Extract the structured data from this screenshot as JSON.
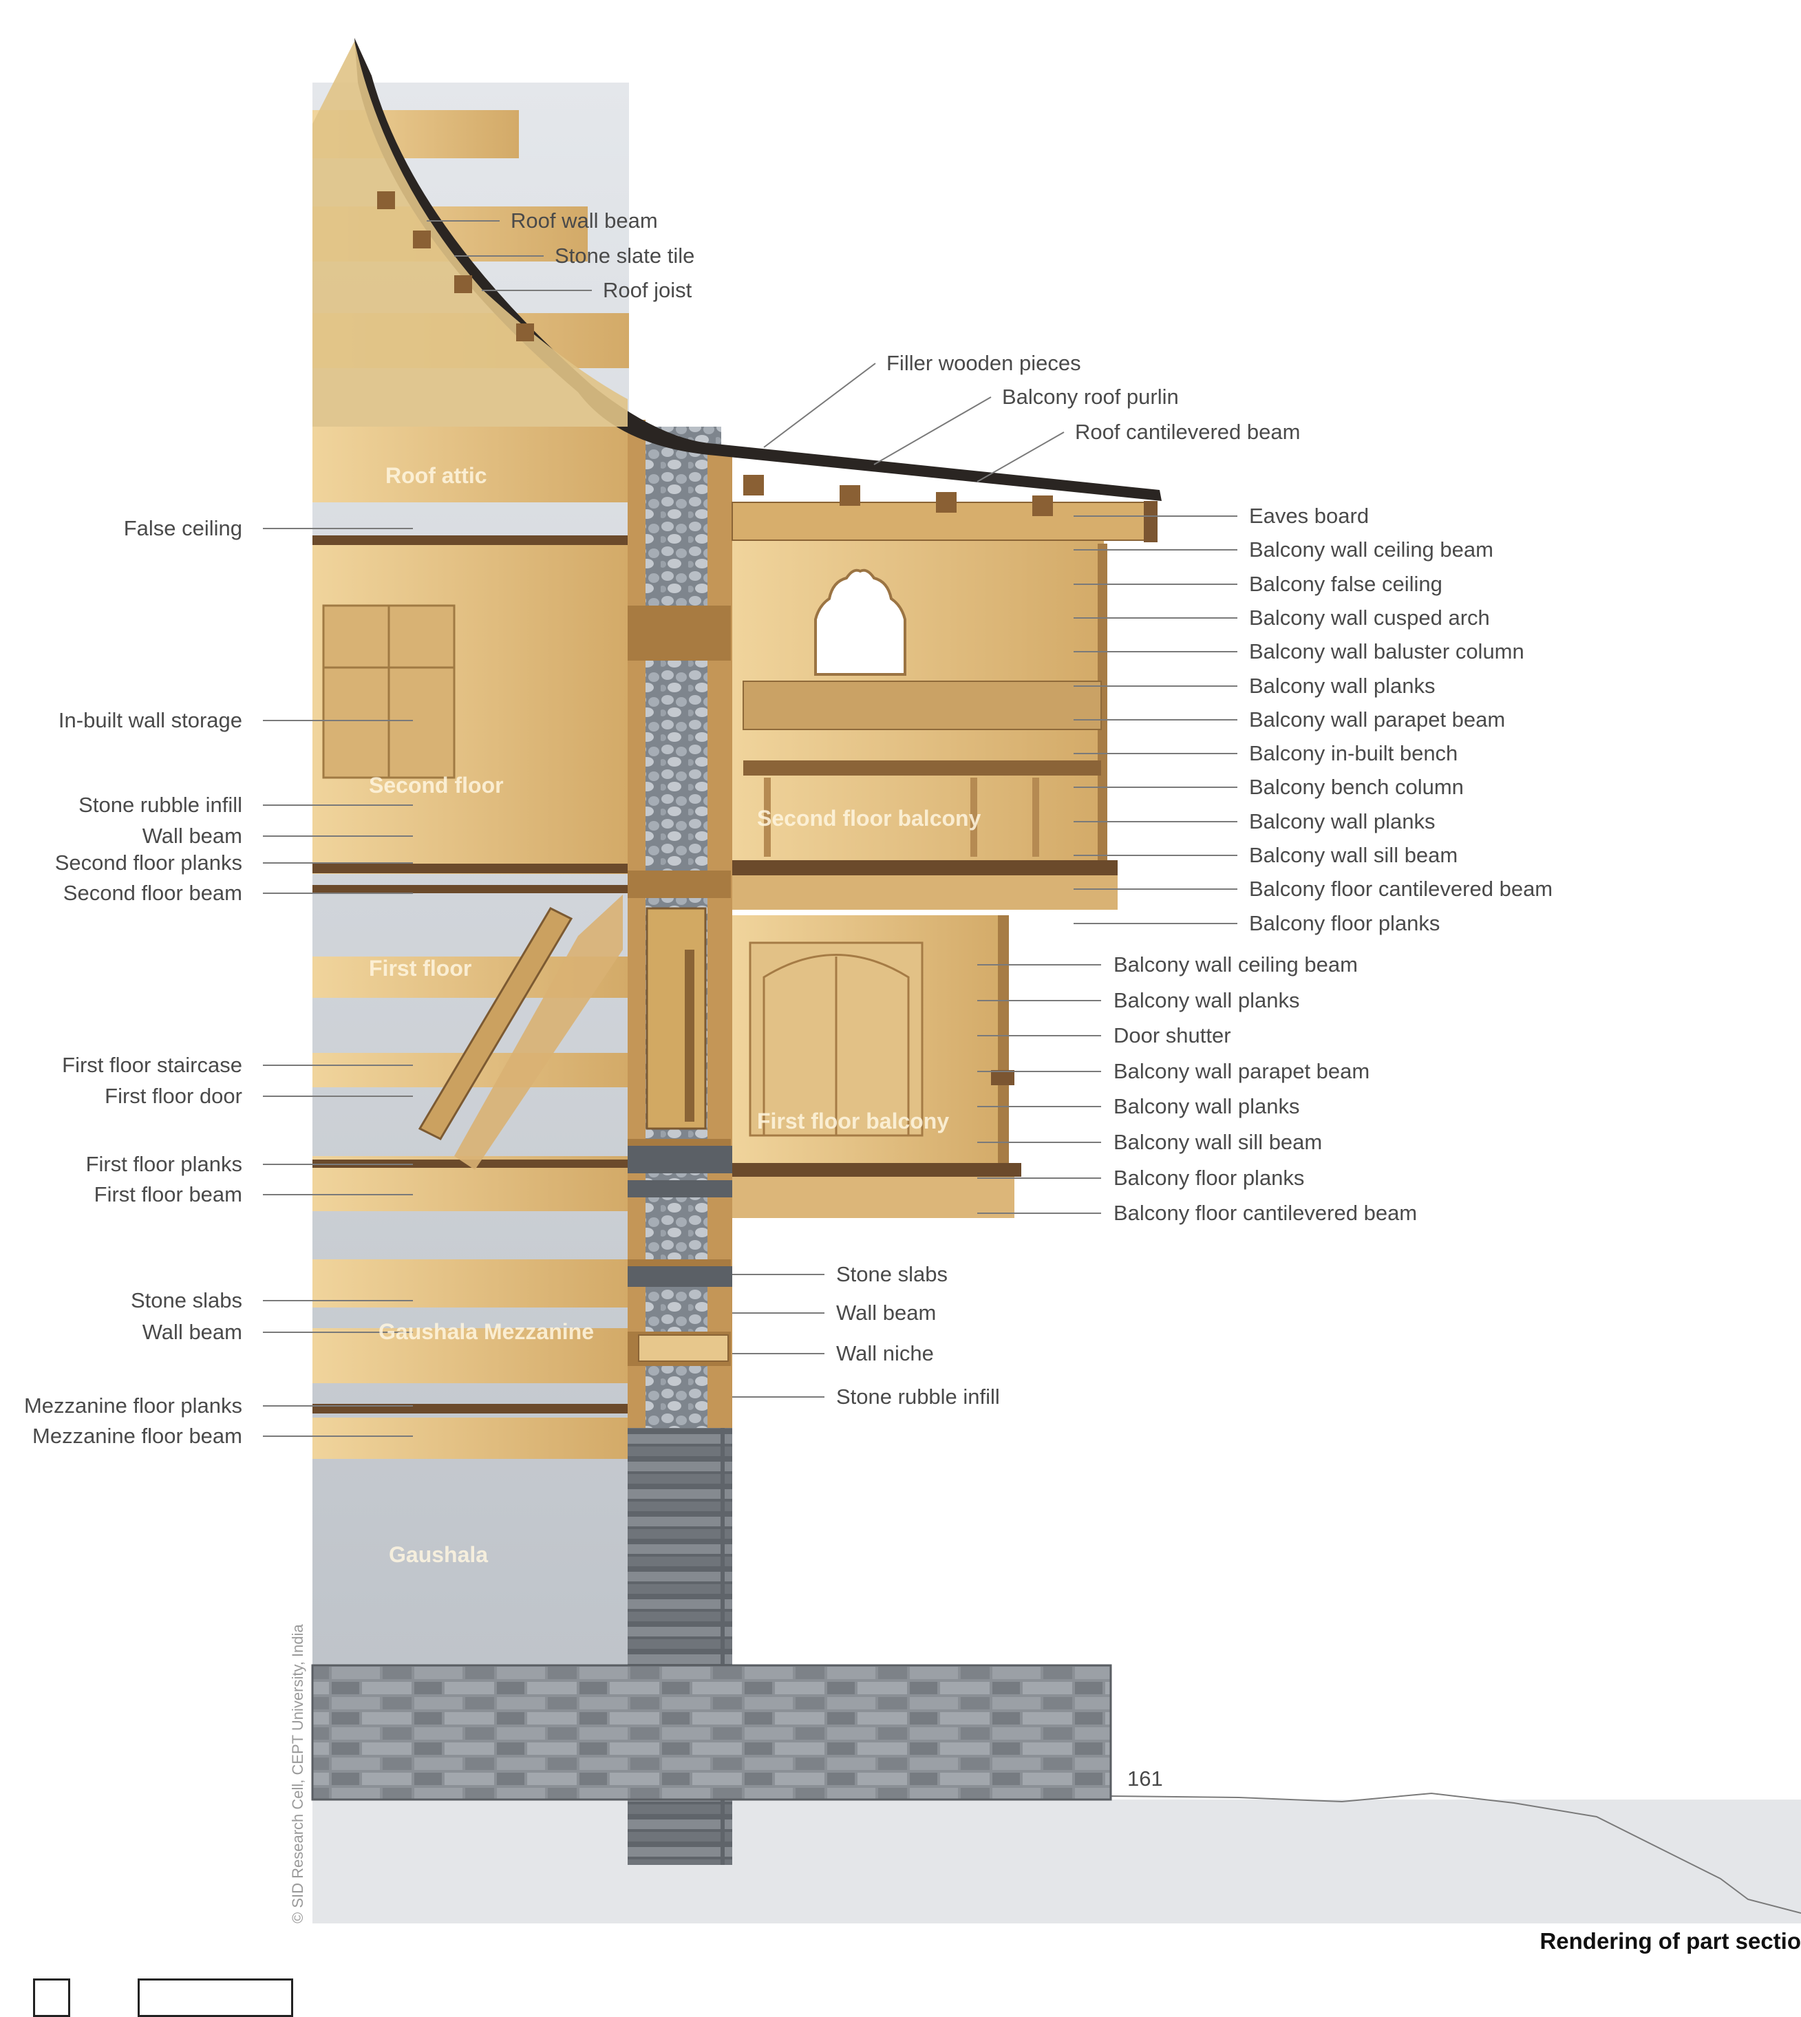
{
  "title": "Rendering of part sectio",
  "credit": "© SID Research Cell, CEPT University, India",
  "level_marker": "161",
  "rooms": [
    {
      "id": "roof-attic",
      "text": "Roof attic"
    },
    {
      "id": "second-floor",
      "text": "Second floor"
    },
    {
      "id": "second-floor-balcony",
      "text": "Second floor balcony"
    },
    {
      "id": "first-floor",
      "text": "First floor"
    },
    {
      "id": "first-floor-balcony",
      "text": "First floor balcony"
    },
    {
      "id": "gaushala-mezzanine",
      "text": "Gaushala Mezzanine"
    },
    {
      "id": "gaushala",
      "text": "Gaushala"
    }
  ],
  "labels_left": [
    "False ceiling",
    "In-built wall storage",
    "Stone rubble infill",
    "Wall beam",
    "Second floor planks",
    "Second floor beam",
    "First floor staircase",
    "First floor door",
    "First floor planks",
    "First floor beam",
    "Stone slabs",
    "Wall beam",
    "Mezzanine floor planks",
    "Mezzanine floor beam"
  ],
  "labels_roof": [
    "Roof wall beam",
    "Stone slate tile",
    "Roof joist"
  ],
  "labels_balcony_roof": [
    "Filler wooden pieces",
    "Balcony roof purlin",
    "Roof cantilevered beam"
  ],
  "labels_right_upper": [
    "Eaves board",
    "Balcony wall ceiling beam",
    "Balcony false ceiling",
    "Balcony wall cusped arch",
    "Balcony wall baluster column",
    "Balcony wall planks",
    "Balcony wall parapet beam",
    "Balcony in-built bench",
    "Balcony bench column",
    "Balcony wall planks",
    "Balcony wall sill beam",
    "Balcony floor cantilevered beam",
    "Balcony floor planks"
  ],
  "labels_right_lower": [
    "Balcony wall ceiling beam",
    "Balcony wall planks",
    "Door shutter",
    "Balcony wall parapet beam",
    "Balcony wall planks",
    "Balcony wall sill beam",
    "Balcony floor planks",
    "Balcony floor cantilevered beam"
  ],
  "labels_wall": [
    "Stone slabs",
    "Wall beam",
    "Wall niche",
    "Stone rubble infill"
  ],
  "colors": {
    "timber": "#e2bf82",
    "timber_dark": "#b98a4c",
    "beam": "#6b4a2b",
    "stone": "#8d9196",
    "stone_dark": "#4d5157",
    "plaster": "#c9cdd3",
    "roof": "#2a2522",
    "ground": "#e6e8eb"
  }
}
